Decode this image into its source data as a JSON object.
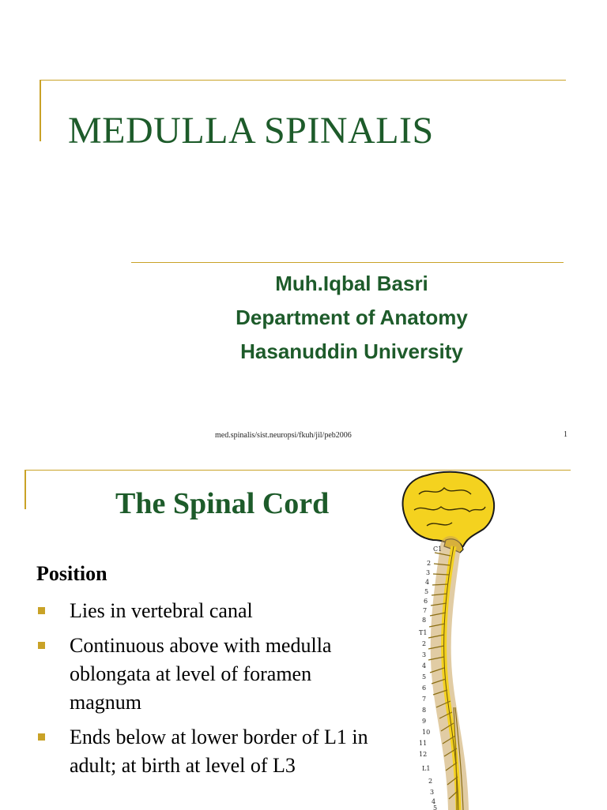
{
  "slide1": {
    "title": "MEDULLA SPINALIS",
    "author": "Muh.Iqbal Basri",
    "department": "Department of Anatomy",
    "university": "Hasanuddin University",
    "footer": "med.spinalis/sist.neuropsi/fkuh/jil/peb2006",
    "page_number": "1"
  },
  "slide2": {
    "title": "The Spinal Cord",
    "section_heading": "Position",
    "bullets": [
      "Lies in vertebral canal",
      "Continuous above with medulla oblongata at level of foramen magnum",
      "Ends below at lower border of L1 in adult; at birth at level of L3"
    ],
    "figure": {
      "label_c1": "C1",
      "label_t1": "T1",
      "label_l1": "L1",
      "vertebra_numbers": [
        "2",
        "3",
        "4",
        "5",
        "6",
        "7",
        "8",
        "2",
        "3",
        "4",
        "5",
        "6",
        "7",
        "8",
        "9",
        "10",
        "11",
        "12",
        "2",
        "3",
        "4",
        "5"
      ]
    }
  },
  "colors": {
    "accent_gold": "#c9a227",
    "title_green": "#1d5b2a",
    "brain_yellow": "#f4d21f"
  }
}
